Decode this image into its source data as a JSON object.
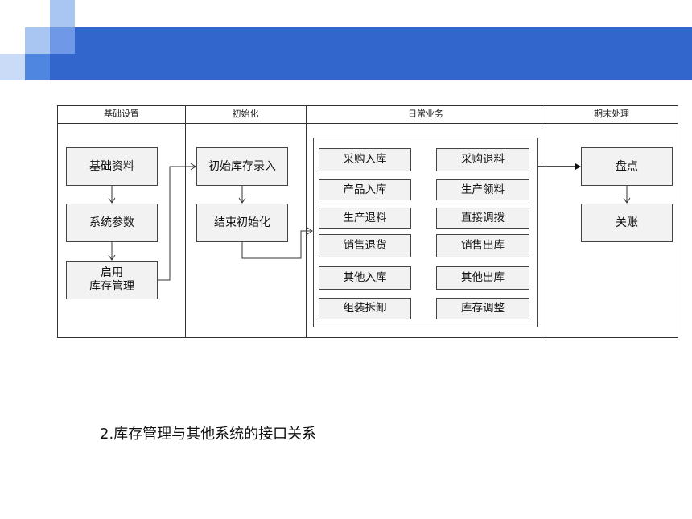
{
  "columns": {
    "basic_setup": "基础设置",
    "initialization": "初始化",
    "daily_business": "日常业务",
    "period_end": "期末处理"
  },
  "basic_setup": {
    "basic_data": "基础资料",
    "system_params": "系统参数",
    "enable_line1": "启用",
    "enable_line2": "库存管理"
  },
  "initialization": {
    "initial_entry": "初始库存录入",
    "end_init": "结束初始化"
  },
  "daily_business": {
    "left": [
      "采购入库",
      "产品入库",
      "生产退料",
      "销售退货",
      "其他入库",
      "组装拆卸"
    ],
    "right": [
      "采购退料",
      "生产领料",
      "直接调拨",
      "销售出库",
      "其他出库",
      "库存调整"
    ]
  },
  "period_end": {
    "inventory_check": "盘点",
    "close_account": "关账"
  },
  "caption": "2.库存管理与其他系统的接口关系",
  "colors": {
    "header_bar": "#3366cc",
    "box_fill": "#f2f2f2"
  }
}
